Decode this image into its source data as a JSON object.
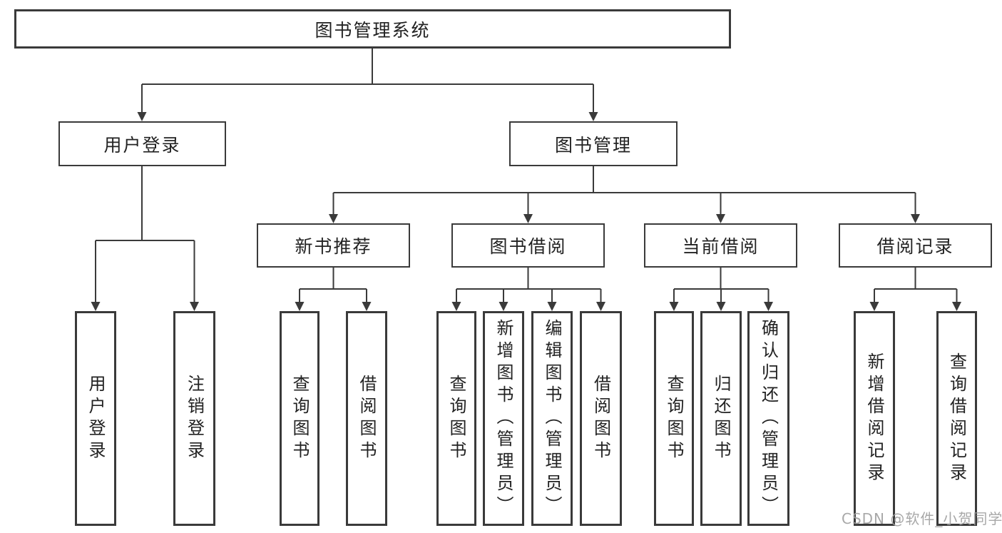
{
  "diagram_title": "图书管理系统",
  "tree": {
    "label": "图书管理系统",
    "children": [
      {
        "label": "用户登录",
        "children": [
          {
            "label": "用户登录"
          },
          {
            "label": "注销登录"
          }
        ]
      },
      {
        "label": "图书管理",
        "children": [
          {
            "label": "新书推荐",
            "children": [
              {
                "label": "查询图书"
              },
              {
                "label": "借阅图书"
              }
            ]
          },
          {
            "label": "图书借阅",
            "children": [
              {
                "label": "查询图书"
              },
              {
                "label": "新增图书（管理员）"
              },
              {
                "label": "编辑图书（管理员）"
              },
              {
                "label": "借阅图书"
              }
            ]
          },
          {
            "label": "当前借阅",
            "children": [
              {
                "label": "查询图书"
              },
              {
                "label": "归还图书"
              },
              {
                "label": "确认归还（管理员）"
              }
            ]
          },
          {
            "label": "借阅记录",
            "children": [
              {
                "label": "新增借阅记录"
              },
              {
                "label": "查询借阅记录"
              }
            ]
          }
        ]
      }
    ]
  },
  "watermark": "CSDN @软件_小贺同学",
  "colors": {
    "line": "#3a3a3a",
    "text": "#222222",
    "box_fill": "#ffffff",
    "background": "#ffffff",
    "watermark": "#9e9e9e"
  }
}
